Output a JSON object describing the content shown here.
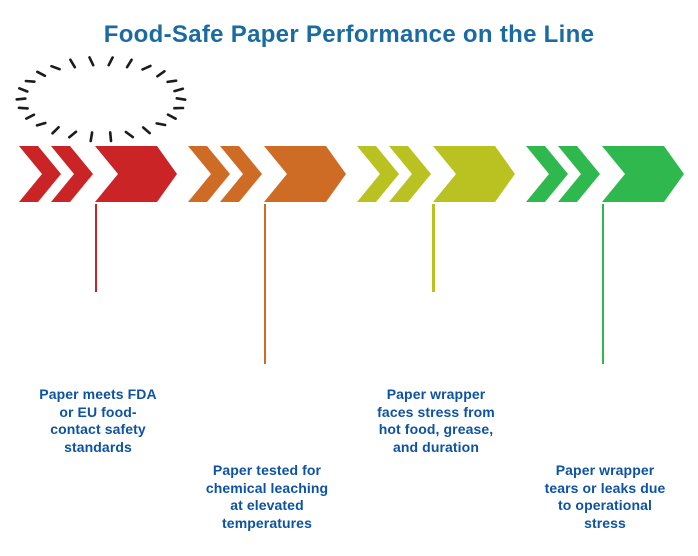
{
  "title": {
    "text": "Food-Safe Paper Performance on the Line",
    "color": "#1B6BA3"
  },
  "label_color": "#0D52A4",
  "highlight": {
    "shape": "dashed-ellipse",
    "color": "#1C1C1C",
    "dash_count": 26,
    "note": "hand-drawn dashed oval emphasizing the first stage"
  },
  "stages": [
    {
      "name": "compliance",
      "color": "#CA2426",
      "label": "Paper meets FDA\nor EU food-\ncontact safety\nstandards",
      "highlighted": true
    },
    {
      "name": "testing",
      "color": "#CE6C26",
      "label": "Paper tested for\nchemical leaching\nat elevated\ntemperatures",
      "highlighted": false
    },
    {
      "name": "stress-exposure",
      "color": "#B9C220",
      "label": "Paper wrapper\nfaces stress from\nhot food, grease,\nand duration",
      "highlighted": false
    },
    {
      "name": "failure",
      "color": "#2FB84D",
      "label": "Paper wrapper\ntears or leaks due\nto operational\nstress",
      "highlighted": false
    }
  ]
}
